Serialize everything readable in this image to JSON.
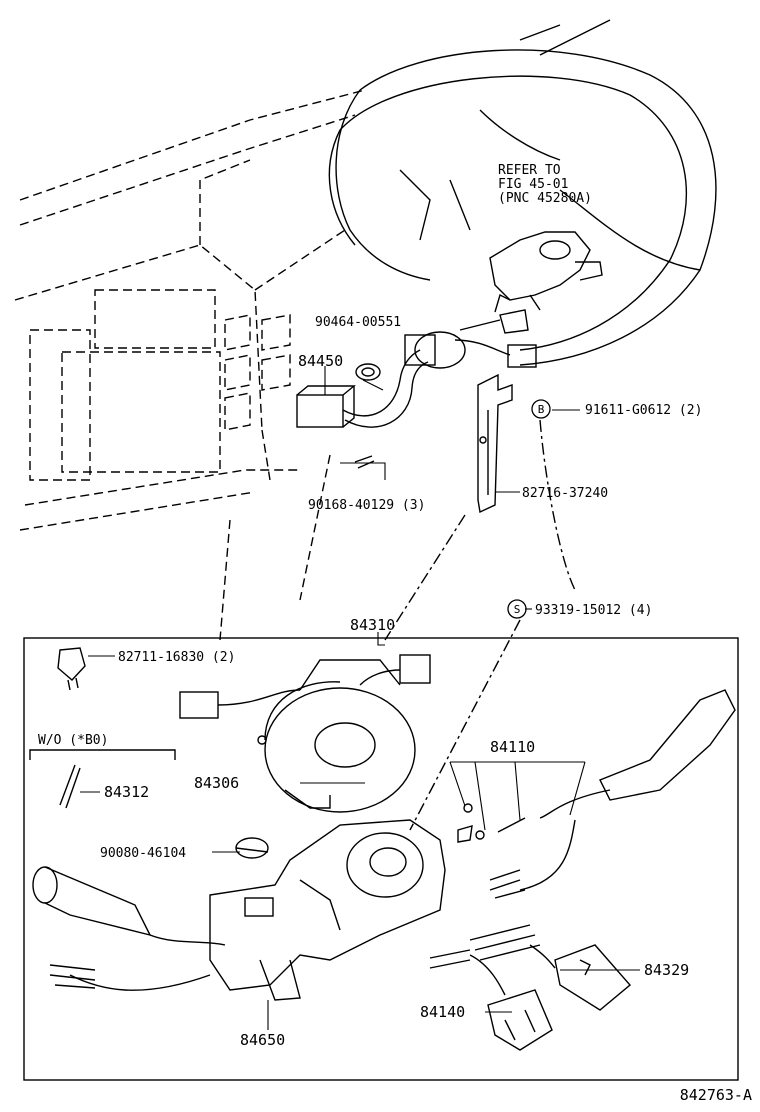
{
  "notes": {
    "refer_line1": "REFER TO",
    "refer_line2": "FIG 45-01",
    "refer_line3": "(PNC 45280A)",
    "wo_label": "W/O  (*B0)",
    "figure_id": "842763-A"
  },
  "symbols": {
    "b_mark": "B",
    "s_mark": "S"
  },
  "parts": {
    "p84450": "84450",
    "p90464": "90464-00551",
    "p91611": "91611-G0612 (2)",
    "p90168": "90168-40129 (3)",
    "p82716": "82716-37240",
    "p84310": "84310",
    "p93319": "93319-15012 (4)",
    "p82711": "82711-16830 (2)",
    "p84312": "84312",
    "p84306": "84306",
    "p84110": "84110",
    "p90080": "90080-46104",
    "p84329": "84329",
    "p84140": "84140",
    "p84650": "84650"
  }
}
